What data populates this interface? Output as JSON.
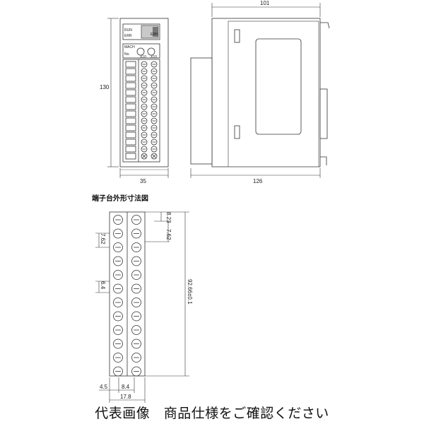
{
  "front_view": {
    "height_dim": "130",
    "width_dim": "35",
    "label_run": "RUN",
    "label_err": "ERR",
    "label_eth": "ERH",
    "label_mach": "MACH",
    "label_no": "No.",
    "label_x10": "X10",
    "label_x1": "X10"
  },
  "side_view": {
    "top_dim": "101",
    "bottom_dim": "126"
  },
  "terminal_block": {
    "title": "端子台外形寸法図",
    "dim_pitch_a": "8.23",
    "dim_pitch_b": "7.62",
    "dim_left_pitch": "7.62",
    "dim_screw": "6.4",
    "dim_total_height": "92.66±0.1",
    "dim_bottom_left": "4.5",
    "dim_bottom_mid": "8.4",
    "dim_bottom_total": "17.8"
  },
  "footer": {
    "caption": "代表画像　商品仕様をご確認ください"
  }
}
